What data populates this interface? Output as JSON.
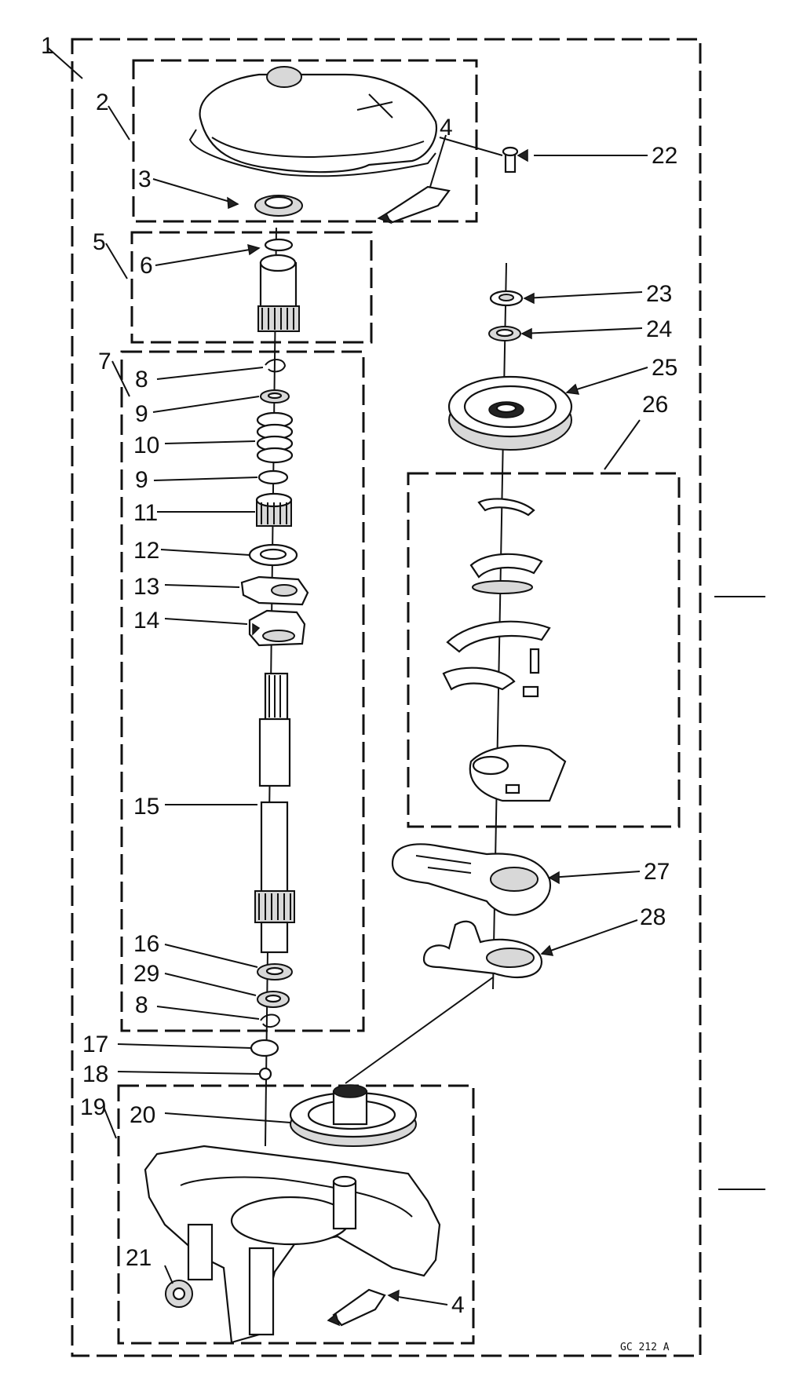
{
  "callouts": {
    "c1": "1",
    "c2": "2",
    "c3": "3",
    "c4_top": "4",
    "c5": "5",
    "c6": "6",
    "c7": "7",
    "c8_top": "8",
    "c9_top": "9",
    "c10": "10",
    "c9_bottom": "9",
    "c11": "11",
    "c12": "12",
    "c13": "13",
    "c14": "14",
    "c15": "15",
    "c16": "16",
    "c29": "29",
    "c8_bottom": "8",
    "c17": "17",
    "c18": "18",
    "c19": "19",
    "c20": "20",
    "c21": "21",
    "c4_bottom": "4",
    "c22": "22",
    "c23": "23",
    "c24": "24",
    "c25": "25",
    "c26": "26",
    "c27": "27",
    "c28": "28"
  },
  "drawing_code": "GC 212 A",
  "icons": {
    "cover": "gearcase-cover-icon",
    "grease": "grease-tube-icon",
    "gear": "drive-gear-icon",
    "base": "gearcase-base-icon"
  }
}
